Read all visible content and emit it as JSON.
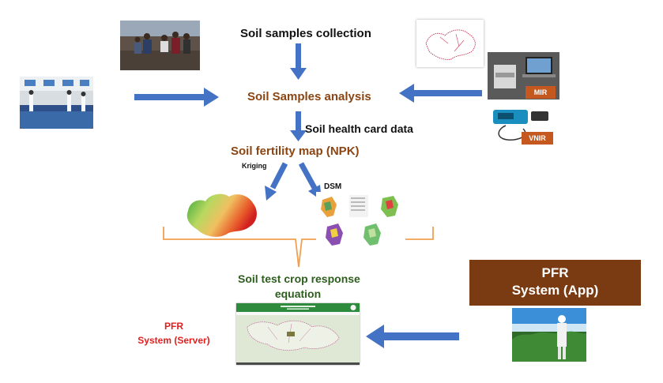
{
  "labels": {
    "collection": "Soil samples collection",
    "analysis": "Soil Samples analysis",
    "health_card": "Soil health card data",
    "fertility_map": "Soil fertility map (NPK)",
    "kriging": "Kriging",
    "dsm": "DSM",
    "stcr_line1": "Soil test crop response",
    "stcr_line2": "equation",
    "pfr_server_line1": "PFR",
    "pfr_server_line2": "System (Server)",
    "pfr_app_line1": "PFR",
    "pfr_app_line2": "System (App)",
    "mir": "MIR",
    "vnir": "VNIR"
  },
  "colors": {
    "arrow": "#4472c4",
    "analysis_text": "#8b4513",
    "stcr_text": "#2e5e1e",
    "server_text": "#e02020",
    "bracket": "#f0a050",
    "app_box": "#7a3b12",
    "badge": "#c5581e"
  }
}
